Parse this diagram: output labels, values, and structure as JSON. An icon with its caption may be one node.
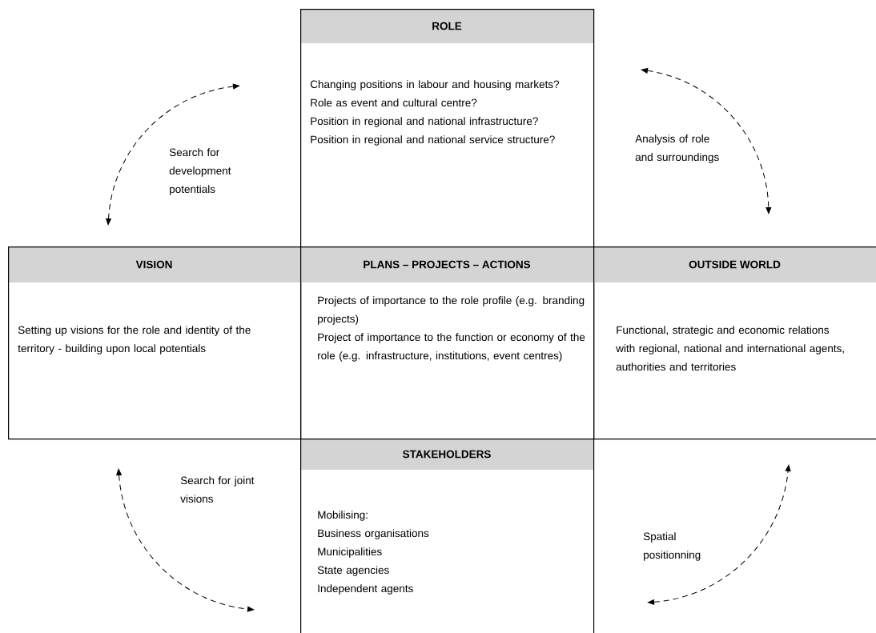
{
  "diagram": {
    "nodes": [
      {
        "text": [
          "ROLE",
          "Changing positions in labour and housing markets?",
          "Role as event and cultural centre?",
          "Position in regional and national infrastructure?",
          "Position in regional and national service structure?"
        ]
      },
      {
        "text": [
          "VISION",
          "Setting up visions for the role and identity of the territory - building upon local potentials"
        ]
      },
      {
        "text": [
          "PLANS – PROJECTS – ACTIONS",
          "Projects of importance to the role profile (e.g. branding projects)",
          "Project of importance to the function or economy of the role (e.g. infrastructure, institutions, event centres)"
        ]
      },
      {
        "text": [
          "OUTSIDE WORLD",
          "Functional, strategic and economic relations with regional, national and international agents, authorities and territories"
        ]
      },
      {
        "text": [
          "STAKEHOLDERS",
          "Mobilising:",
          "Business organisations",
          "Municipalities",
          "State agencies",
          "Independent agents"
        ]
      }
    ],
    "labels": [
      "Search for development potentials",
      "Analysis of role and surroundings",
      "Search for joint visions",
      "Spatial positionning"
    ]
  }
}
